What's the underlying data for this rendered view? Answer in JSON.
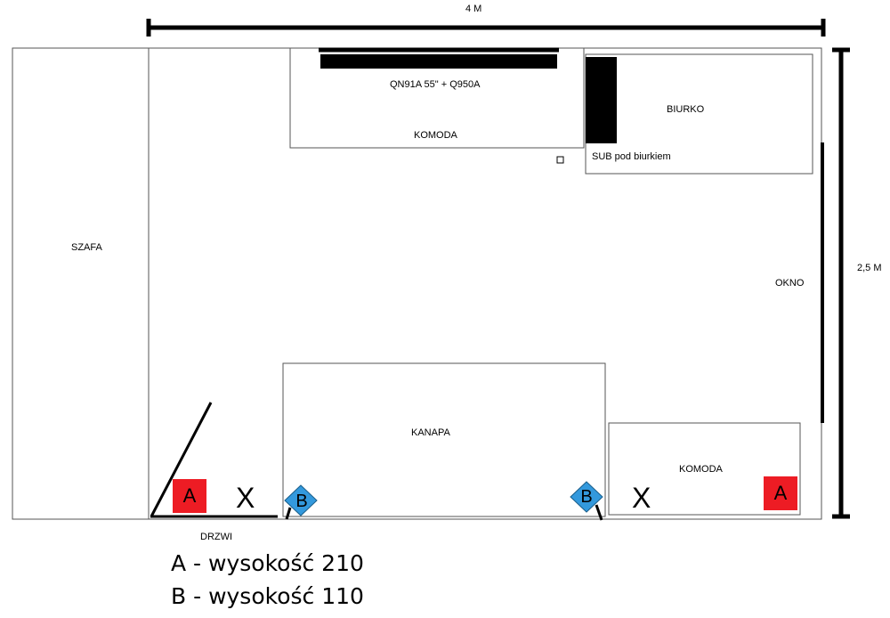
{
  "dimensions": {
    "width_label": "4 M",
    "height_label": "2,5 M"
  },
  "rooms": {
    "wardrobe": "SZAFA",
    "tv": "QN91A 55\" + Q950A",
    "dresser_top": "KOMODA",
    "desk": "BIURKO",
    "subwoofer": "SUB pod biurkiem",
    "window": "OKNO",
    "sofa": "KANAPA",
    "dresser_bottom": "KOMODA",
    "door": "DRZWI"
  },
  "markers": {
    "a_left": "A",
    "x_left": "X",
    "b_left": "B",
    "b_right": "B",
    "x_right": "X",
    "a_right": "A"
  },
  "legend": {
    "line_a": "A - wysokość 210",
    "line_b": "B - wysokość 110"
  },
  "colors": {
    "speaker_a": "#ed1c24",
    "speaker_b": "#3399dd",
    "line": "#000000"
  }
}
